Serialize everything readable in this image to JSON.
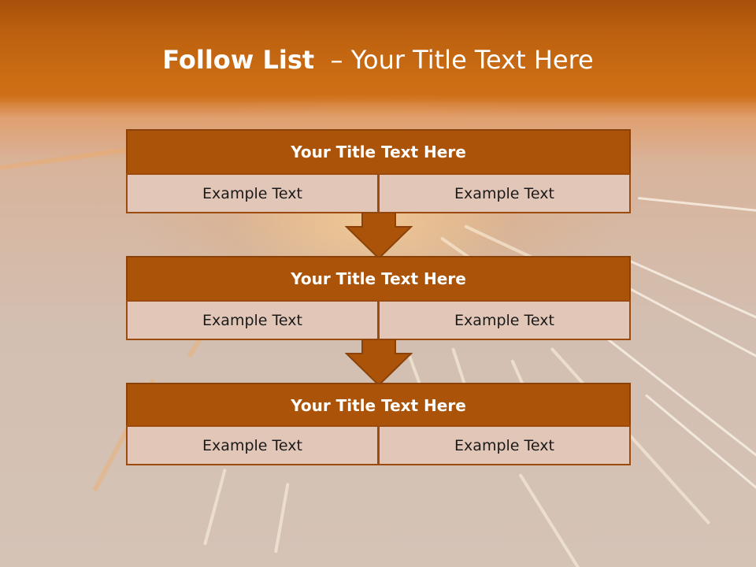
{
  "slide": {
    "title_bold": "Follow List",
    "title_rest": "  – Your Title Text Here"
  },
  "steps": [
    {
      "title": "Your Title Text Here",
      "left": "Example Text",
      "right": "Example Text"
    },
    {
      "title": "Your Title Text Here",
      "left": "Example Text",
      "right": "Example Text"
    },
    {
      "title": "Your Title Text Here",
      "left": "Example Text",
      "right": "Example Text"
    }
  ],
  "colors": {
    "header_fill": "#ab5409",
    "cell_fill": "#e2c6b7",
    "arrow_fill": "#ab5409",
    "top_band": "#c96b12"
  },
  "icons": [
    "down-arrow-icon"
  ]
}
